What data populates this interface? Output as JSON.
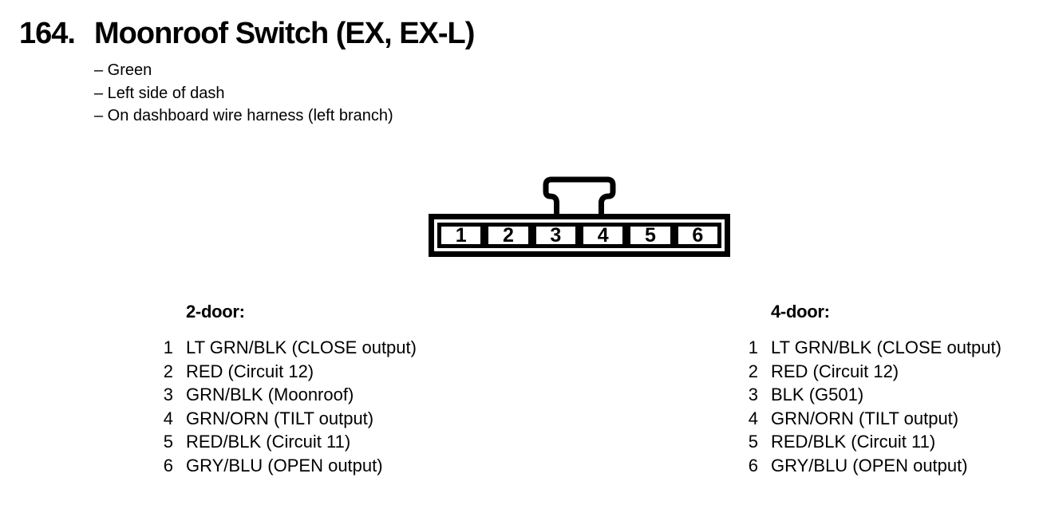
{
  "colors": {
    "ink": "#000000",
    "paper": "#ffffff"
  },
  "header": {
    "section_number": "164.",
    "title": "Moonroof Switch (EX, EX-L)",
    "notes": [
      "– Green",
      "– Left side of dash",
      "– On dashboard wire harness (left branch)"
    ]
  },
  "connector": {
    "pins": [
      "1",
      "2",
      "3",
      "4",
      "5",
      "6"
    ]
  },
  "pinouts": [
    {
      "heading": "2-door:",
      "rows": [
        {
          "pin": "1",
          "wire": "LT GRN/BLK (CLOSE output)"
        },
        {
          "pin": "2",
          "wire": "RED (Circuit 12)"
        },
        {
          "pin": "3",
          "wire": "GRN/BLK (Moonroof)"
        },
        {
          "pin": "4",
          "wire": "GRN/ORN (TILT output)"
        },
        {
          "pin": "5",
          "wire": "RED/BLK (Circuit 11)"
        },
        {
          "pin": "6",
          "wire": "GRY/BLU (OPEN output)"
        }
      ]
    },
    {
      "heading": "4-door:",
      "rows": [
        {
          "pin": "1",
          "wire": "LT GRN/BLK (CLOSE output)"
        },
        {
          "pin": "2",
          "wire": "RED (Circuit 12)"
        },
        {
          "pin": "3",
          "wire": "BLK (G501)"
        },
        {
          "pin": "4",
          "wire": "GRN/ORN (TILT output)"
        },
        {
          "pin": "5",
          "wire": "RED/BLK (Circuit 11)"
        },
        {
          "pin": "6",
          "wire": "GRY/BLU (OPEN output)"
        }
      ]
    }
  ]
}
